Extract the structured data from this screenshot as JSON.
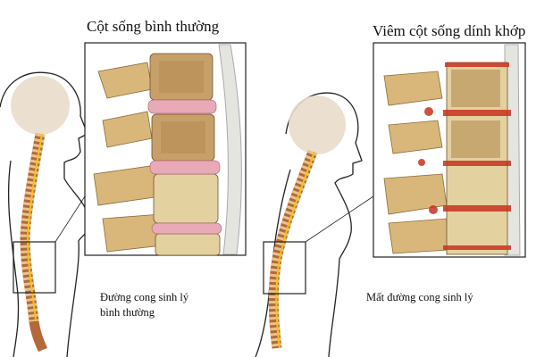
{
  "normal": {
    "title": "Cột sống bình thường",
    "caption_line1": "Đường cong sinh lý",
    "caption_line2": "bình thường"
  },
  "ankylosing": {
    "title": "Viêm cột sống dính khớp",
    "caption": "Mất đường cong sinh lý"
  },
  "colors": {
    "bone": "#d9b77a",
    "disc": "#e9aab8",
    "inflamed": "#c8321f",
    "nerve": "#f2c21a"
  }
}
